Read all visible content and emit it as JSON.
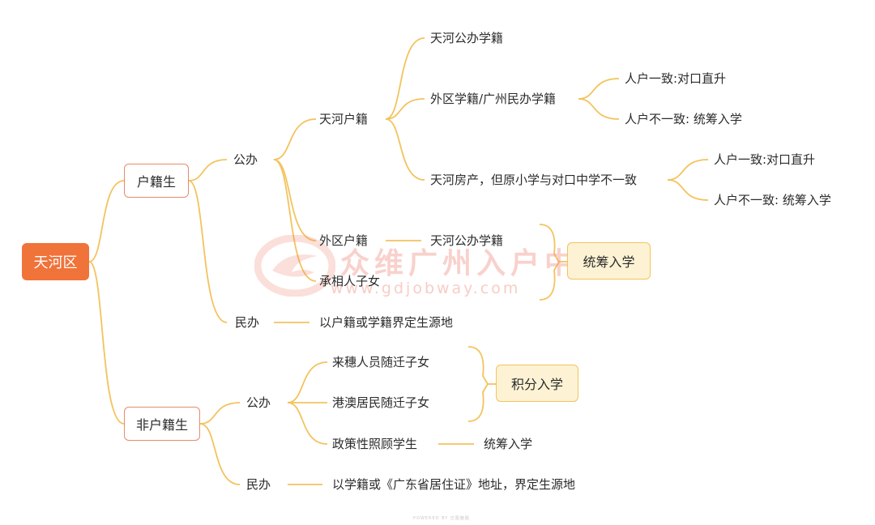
{
  "colors": {
    "line": "#f3c35e",
    "root_bg": "#f0733a",
    "level1_border": "#e8896b",
    "group_bg": "#fdf3d4"
  },
  "root": "天河区",
  "hukou": {
    "label": "户籍生",
    "public": {
      "label": "公办",
      "tianhe_hukou": {
        "label": "天河户籍",
        "tianhe_public": "天河公办学籍",
        "outer_district": {
          "label": "外区学籍/广州民办学籍",
          "match": "人户一致:对口直升",
          "mismatch": "人户不一致: 统筹入学"
        },
        "property": {
          "label": "天河房产，但原小学与对口中学不一致",
          "match": "人户一致:对口直升",
          "mismatch": "人户不一致: 统筹入学"
        }
      },
      "outer_hukou": {
        "label": "外区户籍",
        "child": "天河公办学籍"
      },
      "renter": "承相人子女",
      "group_result": "统筹入学"
    },
    "private": {
      "label": "民办",
      "child": "以户籍或学籍界定生源地"
    }
  },
  "non_hukou": {
    "label": "非户籍生",
    "public": {
      "label": "公办",
      "migrant": "来穗人员随迁子女",
      "hk_macau": "港澳居民随迁子女",
      "group_result": "积分入学",
      "policy": {
        "label": "政策性照顾学生",
        "child": "统筹入学"
      }
    },
    "private": {
      "label": "民办",
      "child": "以学籍或《广东省居住证》地址，界定生源地"
    }
  },
  "watermark": {
    "brand": "众维广州入户中心",
    "url": "www.gdjobway.com"
  },
  "footer": "POWERED BY 亿图脑图"
}
